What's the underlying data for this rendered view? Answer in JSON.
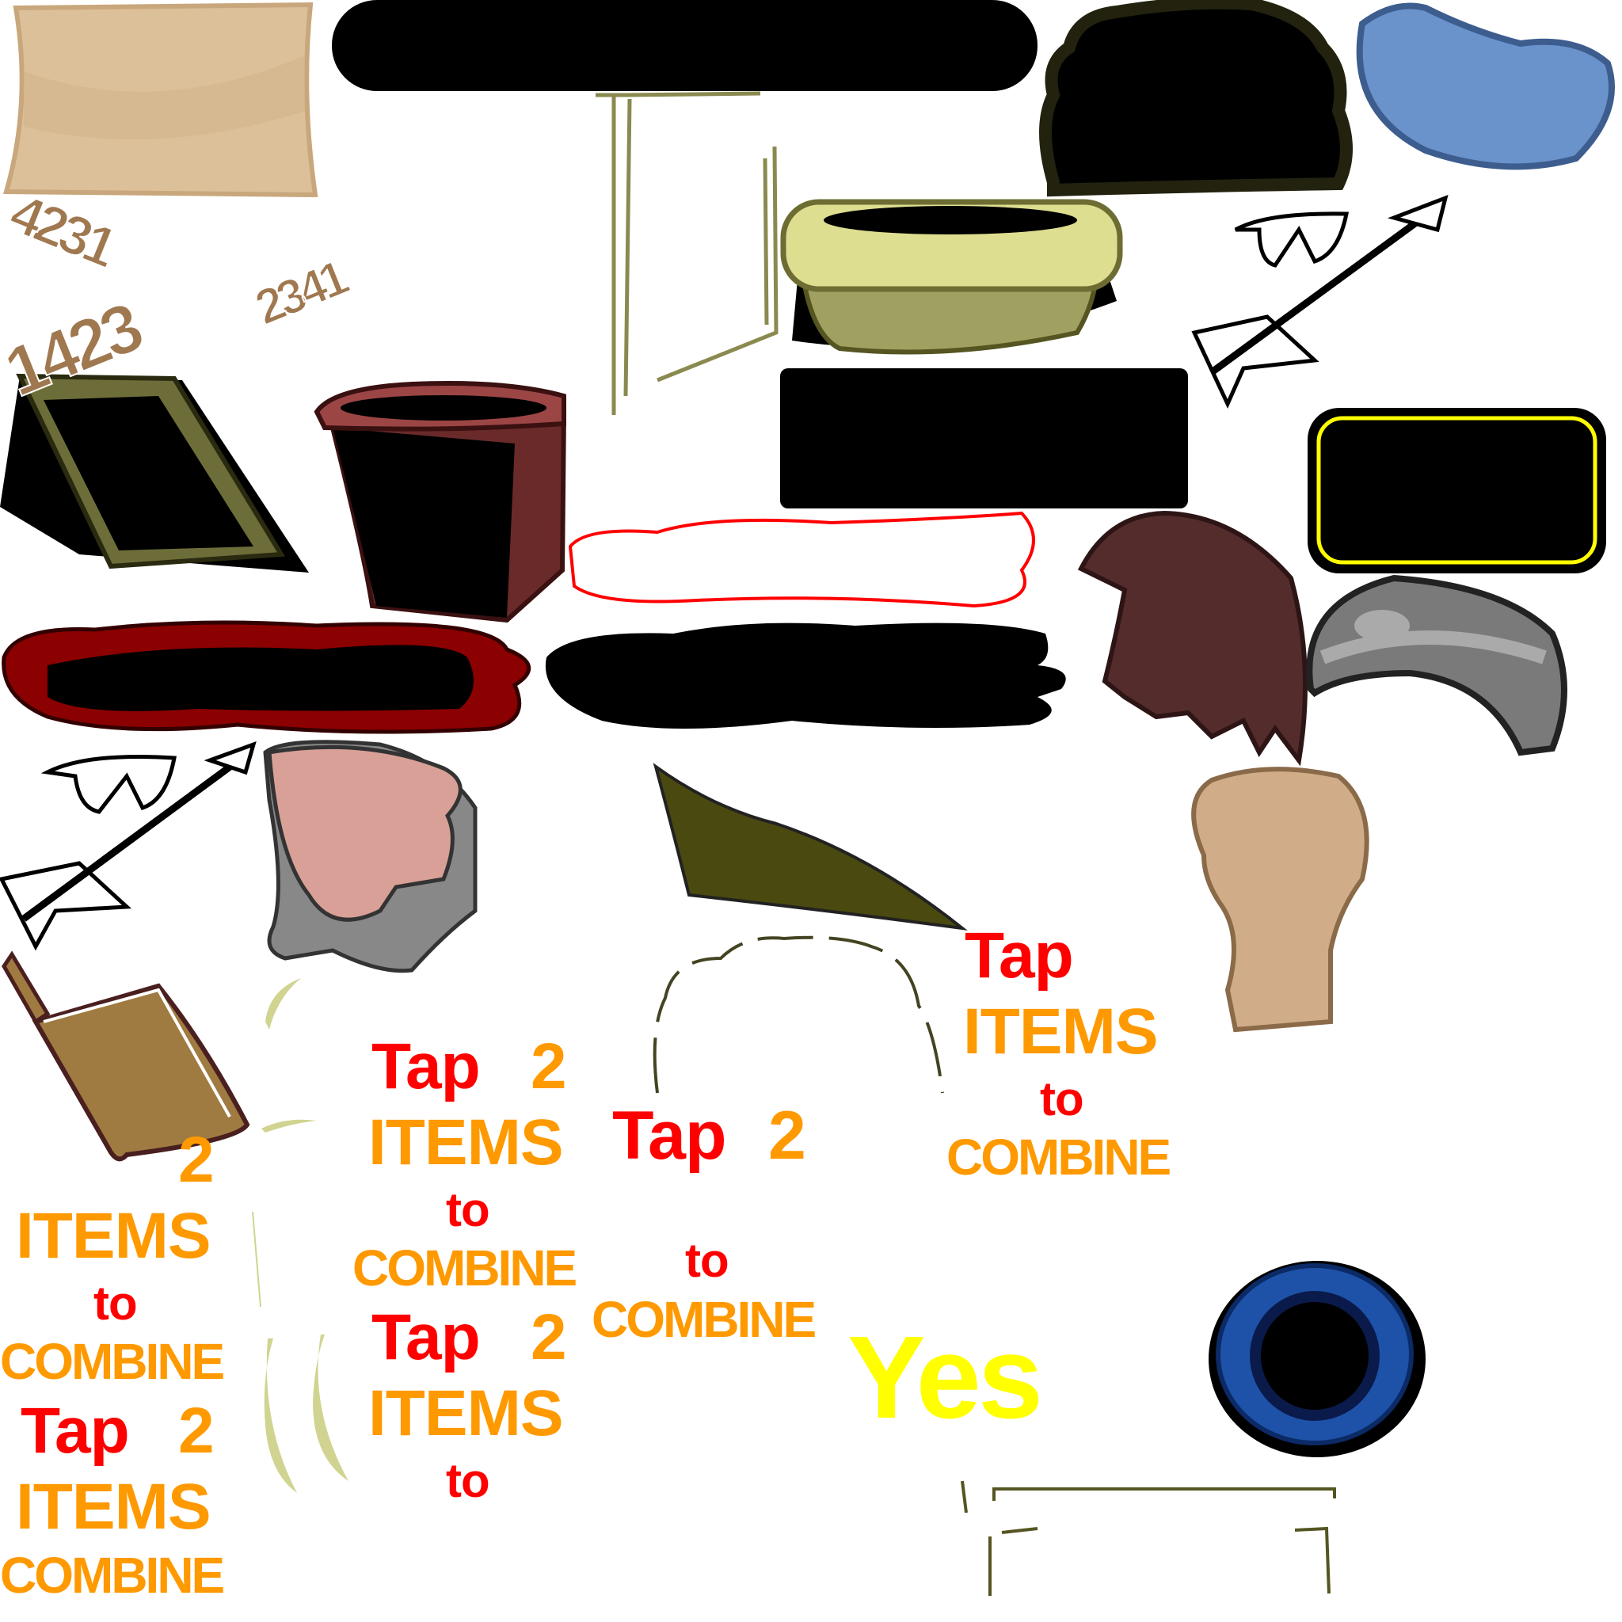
{
  "sprite_sheet": {
    "numbers": [
      "4231",
      "1423",
      "2341"
    ],
    "text_blocks": {
      "a": {
        "tap": "Tap",
        "items": "ITEMS",
        "to": "to",
        "combine": "COMBINE"
      },
      "b": {
        "tap": "Tap",
        "two": "2",
        "items": "ITEMS",
        "to": "to",
        "combine": "COMBINE"
      },
      "c": {
        "tap": "Tap",
        "two": "2",
        "to": "to",
        "combine": "COMBINE"
      },
      "d": {
        "tap": "Tap",
        "two": "2",
        "items": "ITEMS",
        "to": "to"
      },
      "e": {
        "two_top": "2",
        "items": "ITEMS",
        "to": "to",
        "combine": "COMBINE",
        "tap": "Tap",
        "two": "2",
        "items2": "ITEMS",
        "combine2": "COMBINE"
      }
    },
    "yes_label": "Yes",
    "colors": {
      "red": "#ff0000",
      "orange": "#ff9900",
      "yellow": "#ffff00"
    }
  }
}
